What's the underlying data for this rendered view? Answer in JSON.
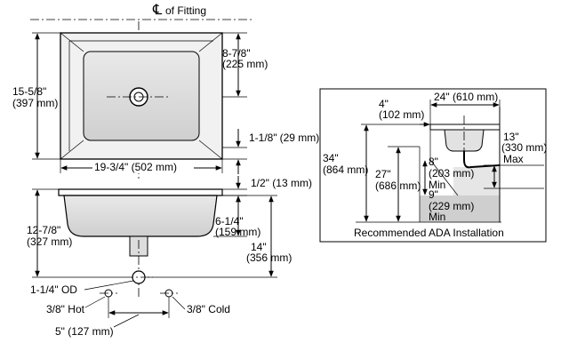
{
  "top_view": {
    "centerline_symbol": "℄",
    "centerline_label": "of Fitting",
    "depth_in": "8-7/8\"",
    "depth_mm": "(225 mm)",
    "length_in": "15-5/8\"",
    "length_mm": "(397 mm)",
    "rim_in": "1-1/8\"",
    "rim_mm": "(29 mm)",
    "width": "19-3/4\" (502 mm)"
  },
  "side_view": {
    "rim_height": "1/2\" (13 mm)",
    "height_in": "12-7/8\"",
    "height_mm": "(327 mm)",
    "bowl_in": "6-1/4\"",
    "bowl_mm": "(159 mm)",
    "drain_in": "14\"",
    "drain_mm": "(356 mm)"
  },
  "supply": {
    "od": "1-1/4\" OD",
    "hot": "3/8\" Hot",
    "cold": "3/8\" Cold",
    "spacing": "5\" (127 mm)"
  },
  "ada": {
    "caption": "Recommended ADA Installation",
    "offset_in": "4\"",
    "offset_mm": "(102 mm)",
    "width": "24\" (610 mm)",
    "height_in": "34\"",
    "height_mm": "(864 mm)",
    "knee_in": "27\"",
    "knee_mm": "(686 mm)",
    "toe1_in": "8\"",
    "toe1_mm": "(203 mm)",
    "toe1_min": "Min",
    "toe2_in": "9\"",
    "toe2_mm": "(229 mm)",
    "toe2_min": "Min",
    "pipe_in": "13\"",
    "pipe_mm": "(330 mm)",
    "pipe_max": "Max"
  }
}
